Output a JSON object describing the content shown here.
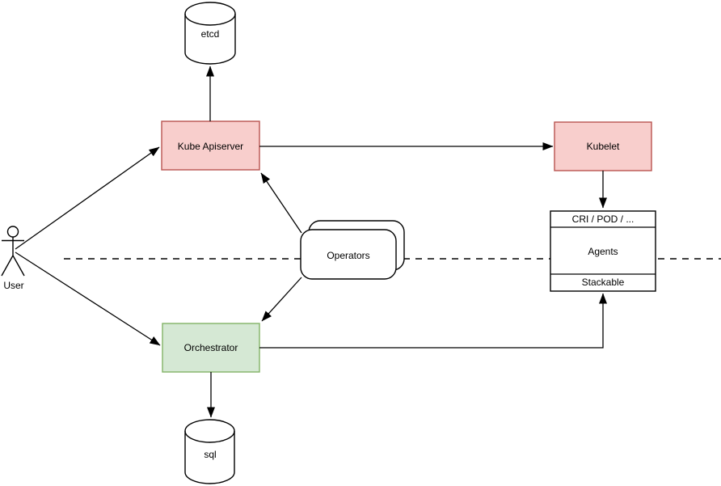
{
  "diagram": {
    "type": "architecture-flow-diagram",
    "background": "#ffffff",
    "colors": {
      "red_node_fill": "#f8cecc",
      "red_node_stroke": "#b85450",
      "green_node_fill": "#d5e8d4",
      "green_node_stroke": "#82b366",
      "plain_node_fill": "#ffffff",
      "line": "#000000",
      "text": "#000000"
    },
    "nodes": {
      "etcd": {
        "label": "etcd",
        "shape": "cylinder"
      },
      "kube_apiserver": {
        "label": "Kube Apiserver",
        "shape": "rectangle",
        "fill": "#f8cecc"
      },
      "kubelet": {
        "label": "Kubelet",
        "shape": "rectangle",
        "fill": "#f8cecc"
      },
      "operators": {
        "label": "Operators",
        "shape": "stacked-rounded-rectangle",
        "fill": "#ffffff"
      },
      "orchestrator": {
        "label": "Orchestrator",
        "shape": "rectangle",
        "fill": "#d5e8d4"
      },
      "agents_stack": {
        "header": "CRI / POD / ...",
        "body": "Agents",
        "footer": "Stackable",
        "shape": "list",
        "fill": "#ffffff"
      },
      "sql": {
        "label": "sql",
        "shape": "cylinder"
      },
      "user": {
        "label": "User",
        "shape": "actor"
      }
    },
    "edges": [
      {
        "from": "kube_apiserver",
        "to": "etcd",
        "style": "solid-arrow"
      },
      {
        "from": "user",
        "to": "kube_apiserver",
        "style": "solid-arrow"
      },
      {
        "from": "user",
        "to": "orchestrator",
        "style": "solid-arrow"
      },
      {
        "from": "kube_apiserver",
        "to": "kubelet",
        "style": "solid-arrow"
      },
      {
        "from": "kubelet",
        "to": "agents_stack",
        "style": "solid-arrow"
      },
      {
        "from": "operators",
        "to": "kube_apiserver",
        "style": "solid-arrow"
      },
      {
        "from": "operators",
        "to": "orchestrator",
        "style": "solid-arrow"
      },
      {
        "from": "orchestrator",
        "to": "agents_stack",
        "style": "solid-arrow-orthogonal"
      },
      {
        "from": "orchestrator",
        "to": "sql",
        "style": "solid-arrow"
      }
    ],
    "separator": {
      "style": "dashed",
      "orientation": "horizontal"
    }
  }
}
